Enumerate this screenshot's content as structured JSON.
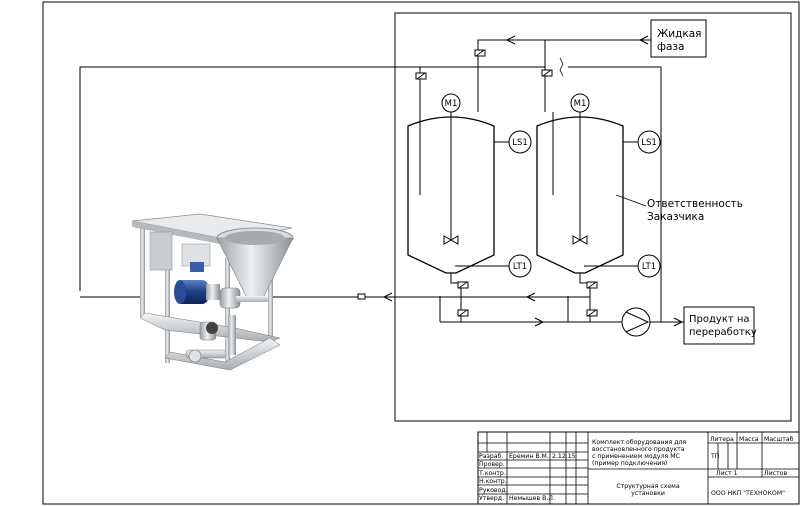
{
  "diagram": {
    "box_liquid": [
      "Жидкая",
      "фаза"
    ],
    "box_product": [
      "Продукт на",
      "переработку"
    ],
    "motor_label": "M1",
    "level_switch_label": "LS1",
    "level_transmitter_label": "LT1",
    "responsibility": [
      "Ответственность",
      "Заказчика"
    ]
  },
  "title_block": {
    "row_labels": [
      "Разраб.",
      "Провер.",
      "Т.контр.",
      "Н.контр.",
      "Руковод.",
      "Утверд."
    ],
    "developer_name": "Еремин В.М.",
    "developer_date": "2.12.15",
    "approver_name": "Немышев В.Л.",
    "description": [
      "Комплект оборудования для",
      "восстановленного продукта",
      "с применением модуля МС",
      "(пример подключения)"
    ],
    "sheet_title": [
      "Структурная схема",
      "установки"
    ],
    "col_liter": "Литера",
    "col_mass": "Масса",
    "col_scale": "Масштаб",
    "liter_value": "ТП",
    "sheet_label": "Лист 1",
    "sheets_label": "Листов",
    "company": "ООО НКП \"ТЕХНОКОМ\""
  }
}
